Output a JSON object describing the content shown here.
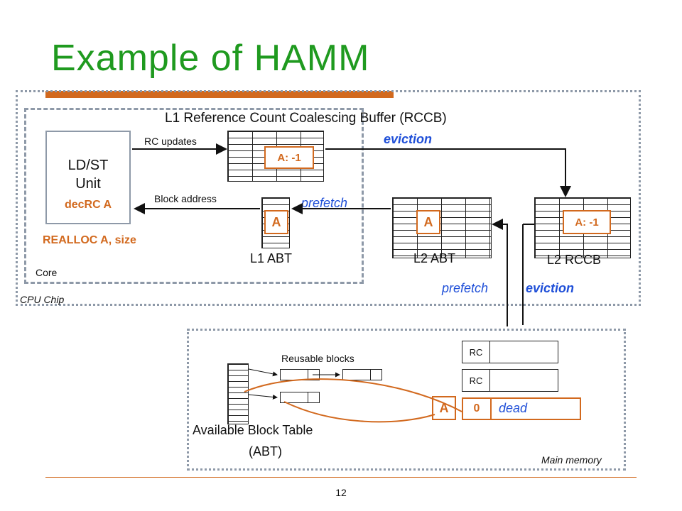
{
  "slide": {
    "title": "Example of HAMM",
    "page_number": "12"
  },
  "regions": {
    "cpu_chip": "CPU Chip",
    "core": "Core",
    "main_memory": "Main memory"
  },
  "ldst": {
    "line1": "LD/ST",
    "line2": "Unit",
    "status": "decRC A",
    "instr": "REALLOC A, size"
  },
  "l1_rccb": {
    "label": "L1 Reference Count Coalescing Buffer (RCCB)",
    "entry": "A: -1"
  },
  "l1_abt": {
    "label": "L1 ABT",
    "entry": "A"
  },
  "l2_abt": {
    "label": "L2 ABT",
    "entry": "A"
  },
  "l2_rccb": {
    "label": "L2 RCCB",
    "entry": "A: -1"
  },
  "arrows": {
    "rc_updates": "RC updates",
    "block_address": "Block address",
    "prefetch_top": "prefetch",
    "eviction_top": "eviction",
    "prefetch_bottom": "prefetch",
    "eviction_bottom": "eviction"
  },
  "memory": {
    "reusable_blocks": "Reusable blocks",
    "abt_label_line1": "Available Block Table",
    "abt_label_line2": "(ABT)",
    "rc_label_1": "RC",
    "rc_label_2": "RC",
    "block_tag": "A",
    "block_count": "0",
    "block_state": "dead"
  },
  "colors": {
    "title_green": "#1f9a1f",
    "accent_orange": "#d2691e",
    "flow_blue": "#1f4fd8",
    "border_gray": "#8e99a8"
  }
}
